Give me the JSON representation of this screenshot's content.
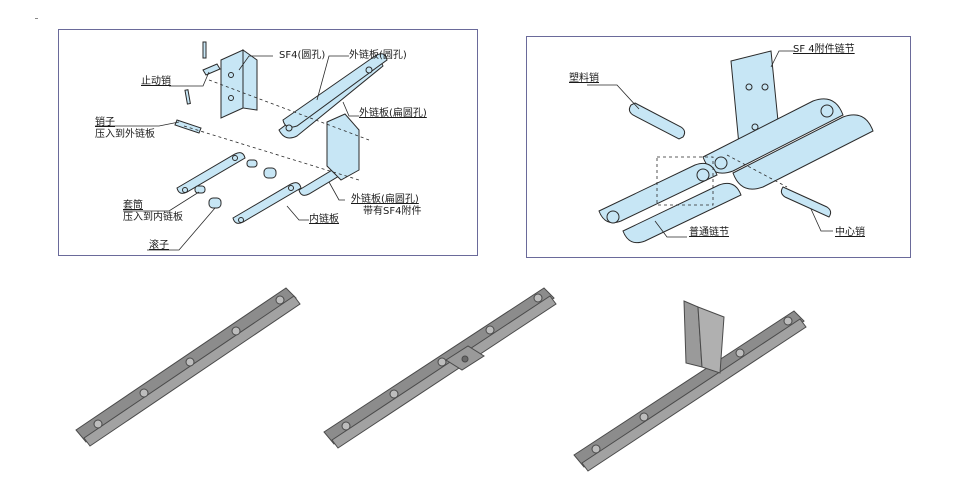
{
  "left_diagram": {
    "labels": {
      "sf4_round": "SF4(圆孔)",
      "outer_plate_round": "外链板(圆孔)",
      "stop_pin": "止动销",
      "outer_plate_oval": "外链板(扁圆孔)",
      "pin": "销子",
      "pin_note": "压入到外链板",
      "bushing": "套筒",
      "bushing_note": "压入到内链板",
      "outer_plate_oval_sf4": "外链板(扁圆孔)",
      "sf4_note": "带有SF4附件",
      "inner_plate": "内链板",
      "roller": "滚子"
    }
  },
  "right_diagram": {
    "labels": {
      "plastic_pin": "塑料销",
      "sf4_link": "SF 4附件链节",
      "normal_link": "普通链节",
      "center_pin": "中心销"
    }
  },
  "colors": {
    "part_fill": "#c7e6f5",
    "part_stroke": "#2a2a2a",
    "frame": "#6a6a9a",
    "metal": "#8c8c8c"
  }
}
